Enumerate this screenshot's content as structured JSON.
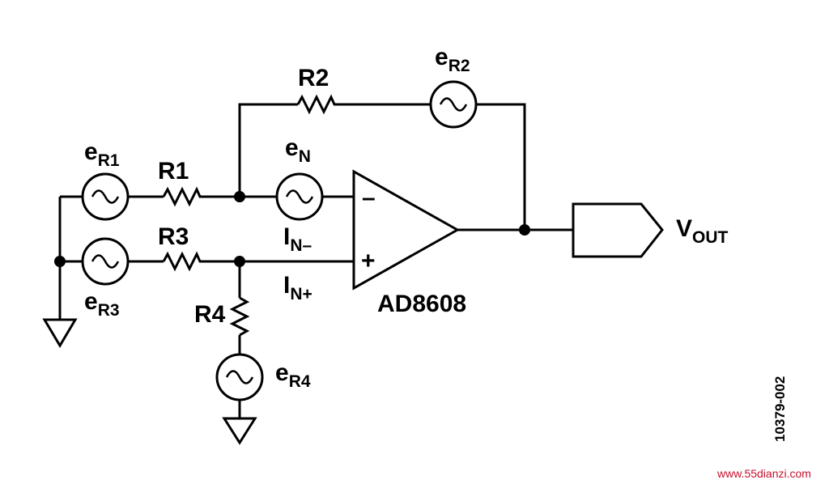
{
  "labels": {
    "r1": "R1",
    "r2": "R2",
    "r3": "R3",
    "r4": "R4",
    "e": "e",
    "er1_sub": "R1",
    "er2_sub": "R2",
    "er3_sub": "R3",
    "er4_sub": "R4",
    "en_sub": "N",
    "i": "I",
    "in_minus_sub": "N–",
    "in_plus_sub": "N+",
    "v": "V",
    "vout_sub": "OUT",
    "opamp_part": "AD8608",
    "minus_sign": "–",
    "plus_sign": "+",
    "figure_id": "10379-002",
    "watermark": "www.55dianzi.com"
  }
}
